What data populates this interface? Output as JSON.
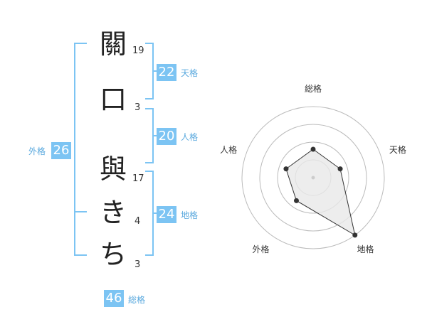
{
  "name": {
    "chars": [
      {
        "char": "關",
        "strokes": "19"
      },
      {
        "char": "口",
        "strokes": "3"
      },
      {
        "char": "與",
        "strokes": "17"
      },
      {
        "char": "き",
        "strokes": "4"
      },
      {
        "char": "ち",
        "strokes": "3"
      }
    ]
  },
  "fortune": {
    "tenkaku": {
      "value": "22",
      "label": "天格"
    },
    "jinkaku": {
      "value": "20",
      "label": "人格"
    },
    "chikaku": {
      "value": "24",
      "label": "地格"
    },
    "gaikaku": {
      "value": "26",
      "label": "外格"
    },
    "soukaku": {
      "value": "46",
      "label": "総格"
    }
  },
  "chart_data": {
    "type": "radar",
    "axes": [
      "総格",
      "天格",
      "地格",
      "外格",
      "人格"
    ],
    "values": [
      2,
      2,
      5,
      2,
      2
    ],
    "max": 5,
    "rings": 4,
    "colors": {
      "ring": "#bbbbbb",
      "fill": "#e8e8e8",
      "line": "#333333",
      "point": "#333333"
    }
  },
  "colors": {
    "accent": "#7cc4f3",
    "accent_text": "#5aa9de"
  }
}
